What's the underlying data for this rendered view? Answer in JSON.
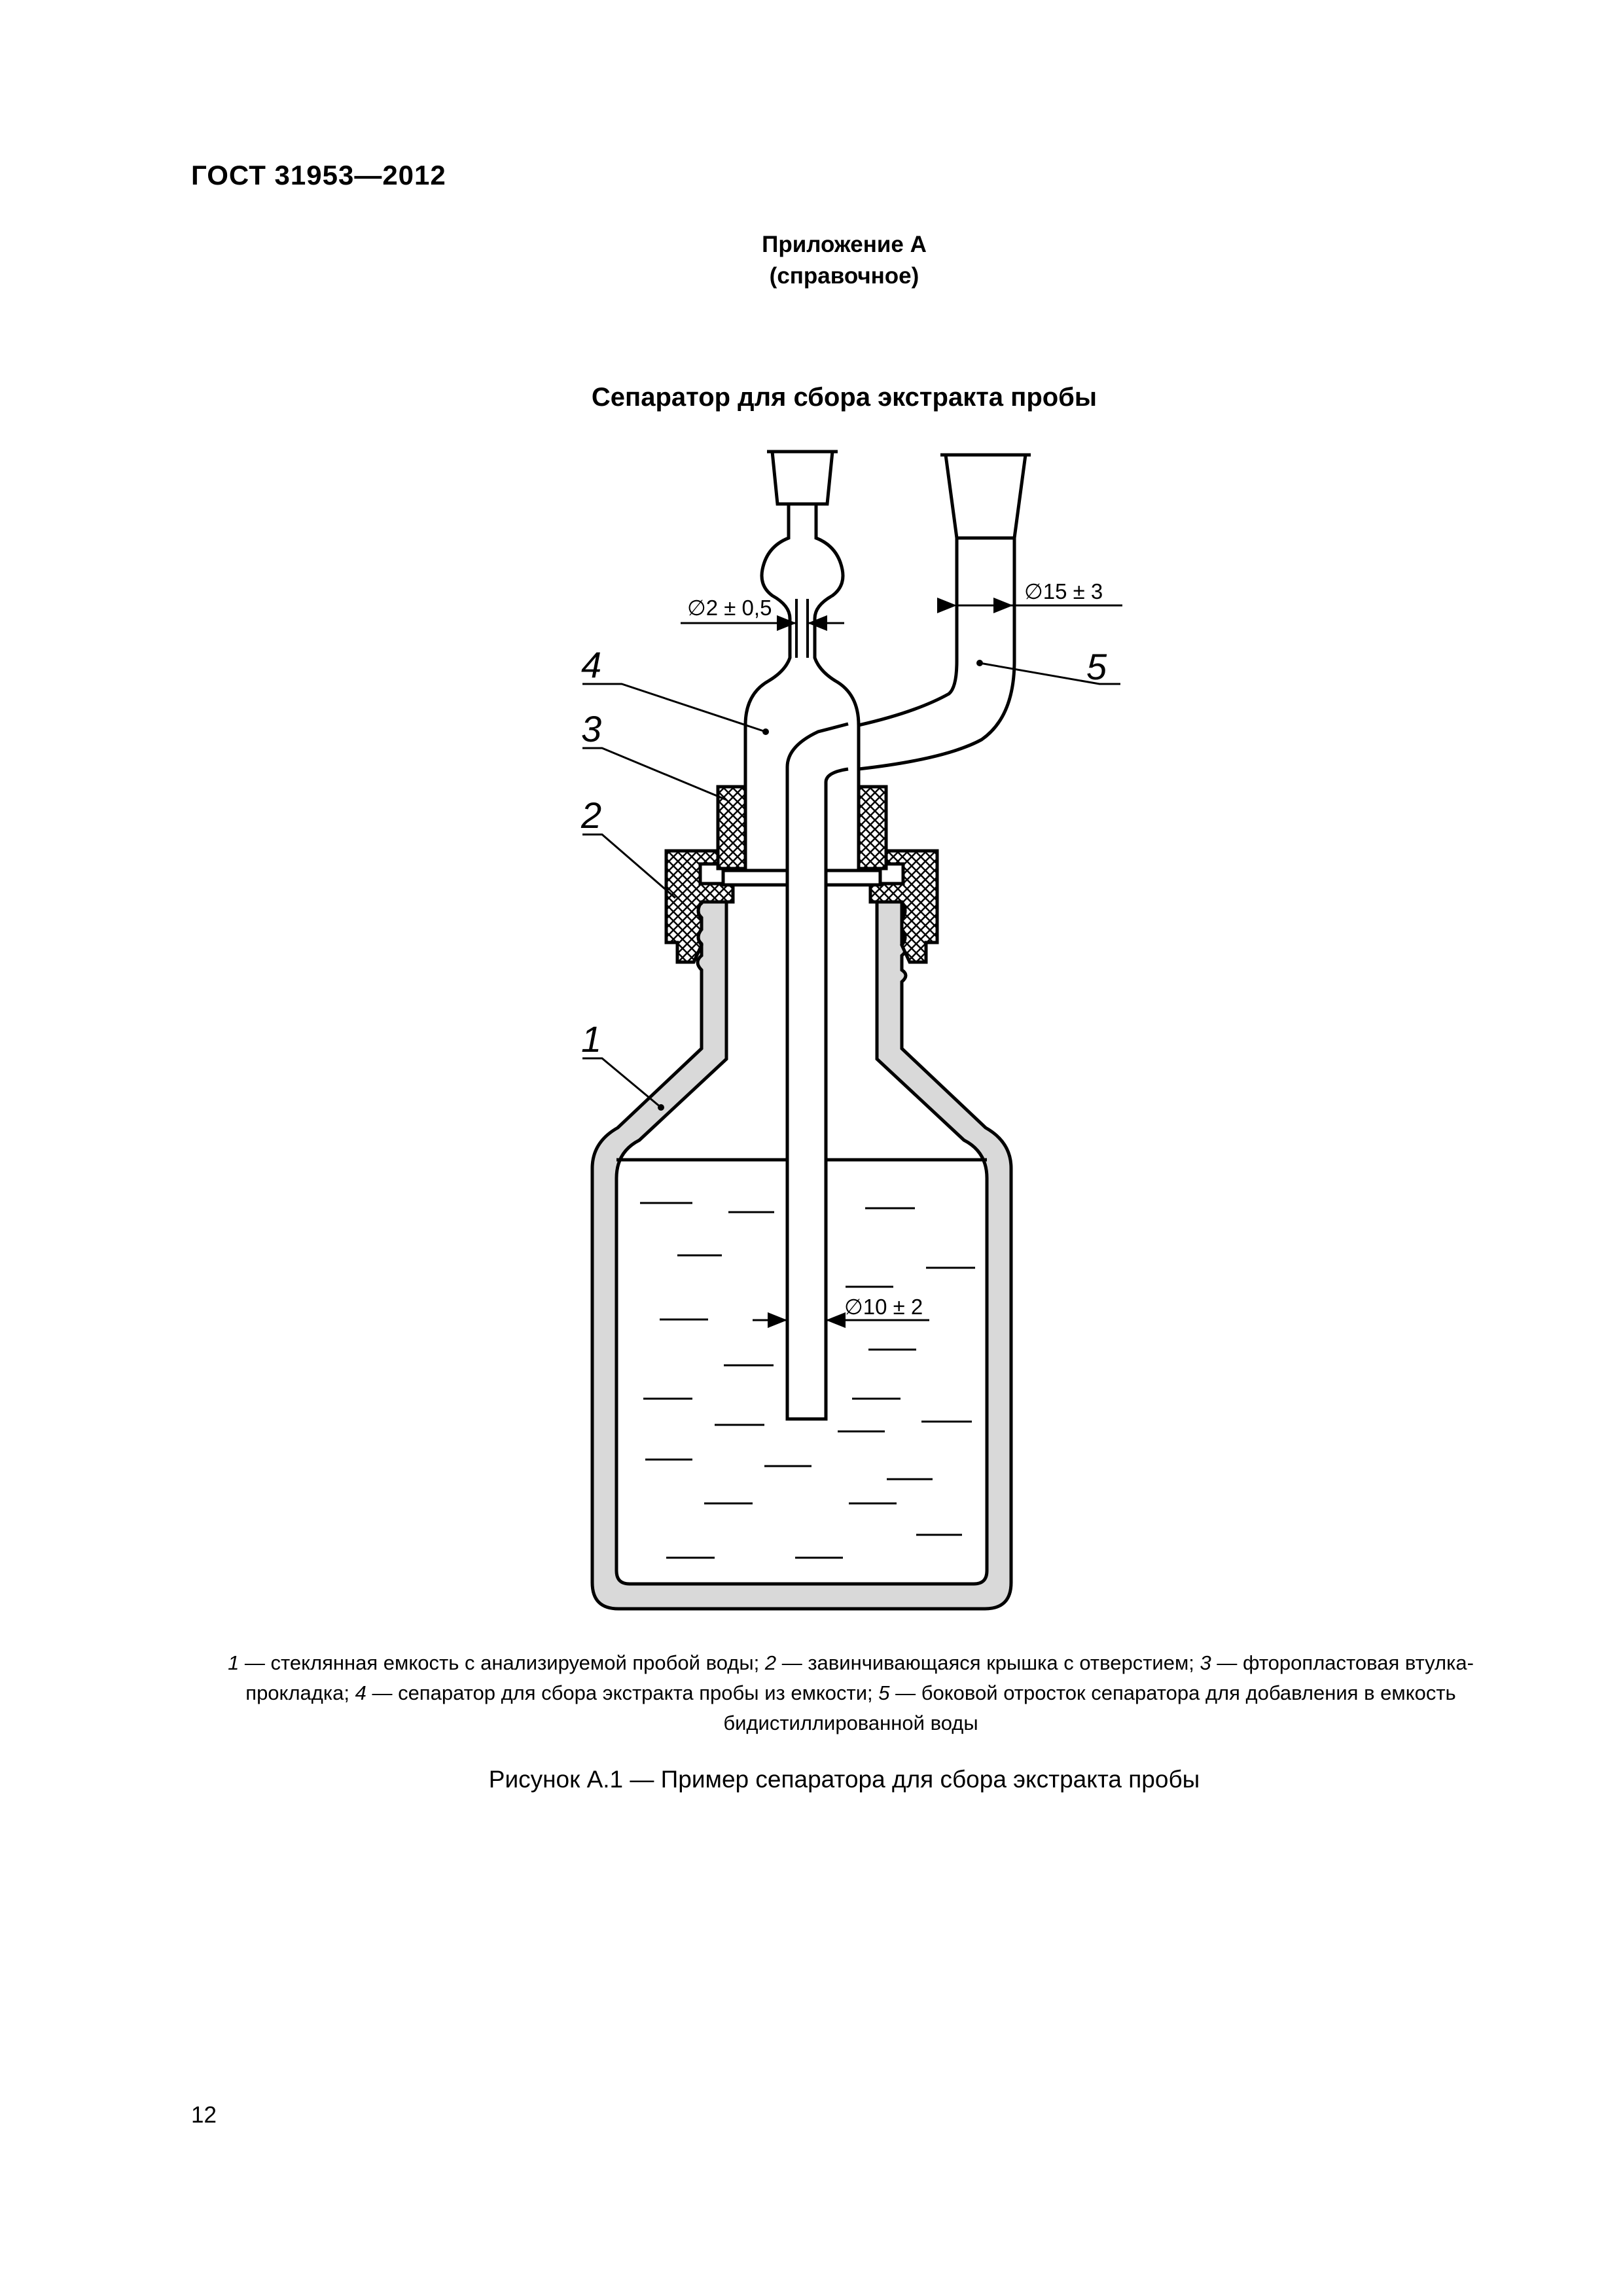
{
  "header": {
    "standard": "ГОСТ 31953—2012"
  },
  "appendix": {
    "title": "Приложение А",
    "subtitle": "(справочное)"
  },
  "figure": {
    "title": "Сепаратор для сбора экстракта пробы",
    "dimensions": {
      "narrow_tube": "∅2 ± 0,5",
      "side_arm": "∅15 ± 3",
      "inner_tube": "∅10 ± 2"
    },
    "labels": {
      "n1": "1",
      "n2": "2",
      "n3": "3",
      "n4": "4",
      "n5": "5"
    },
    "legend": [
      {
        "num": "1",
        "text": " — стеклянная емкость с анализируемой пробой воды; "
      },
      {
        "num": "2",
        "text": " — завинчивающаяся крышка с отверстием; "
      },
      {
        "num": "3",
        "text": " — фторопластовая втулка-прокладка; "
      },
      {
        "num": "4",
        "text": " — сепаратор для сбора экстракта пробы из емкости; "
      },
      {
        "num": "5",
        "text": " — боковой отросток сепаратора для добавления в емкость бидистиллированной воды"
      }
    ],
    "caption": "Рисунок А.1 — Пример сепаратора для сбора экстракта пробы"
  },
  "footer": {
    "page_number": "12"
  },
  "colors": {
    "glass_fill": "#d9d9d9",
    "ink": "#000000"
  }
}
